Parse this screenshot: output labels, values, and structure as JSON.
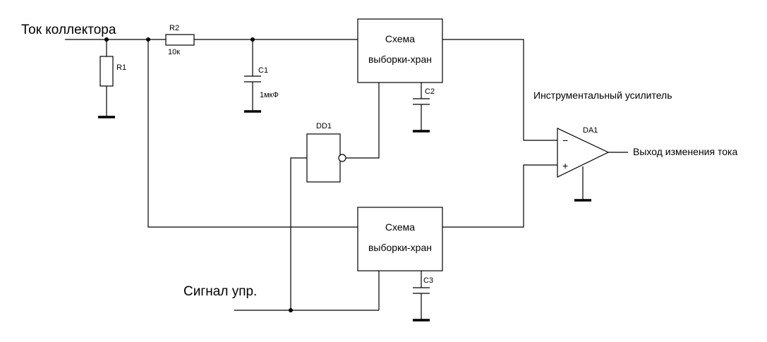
{
  "inputs": {
    "collector_current": "Ток коллектора",
    "control_signal": "Сигнал упр."
  },
  "components": {
    "r1": "R1",
    "r2": "R2",
    "r2_value": "10к",
    "c1": "C1",
    "c1_value": "1мкФ",
    "c2": "C2",
    "c3": "C3",
    "dd1": "DD1",
    "da1": "DA1",
    "sh1_line1": "Схема",
    "sh1_line2": "выборки-хран",
    "sh2_line1": "Схема",
    "sh2_line2": "выборки-хран"
  },
  "amplifier": {
    "title": "Инструментальный усилитель",
    "minus": "−",
    "plus": "+"
  },
  "output": {
    "label": "Выход изменения тока"
  }
}
